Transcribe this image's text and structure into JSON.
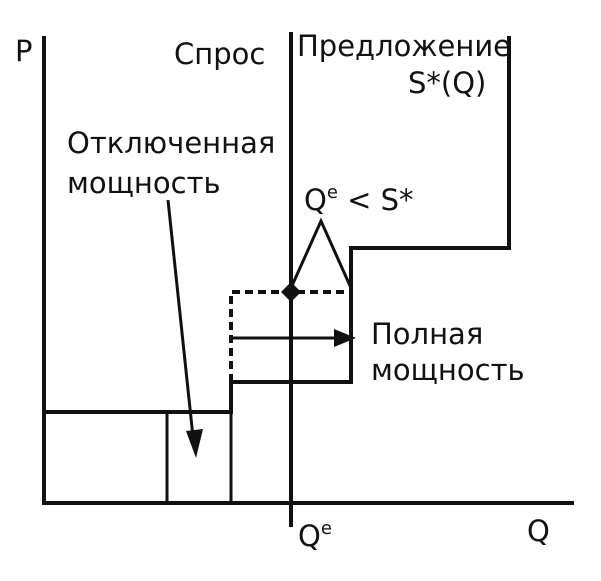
{
  "labels": {
    "price_axis": "P",
    "quantity_axis": "Q",
    "demand": "Спрос",
    "supply_line1": "Предложение",
    "supply_line2": "S*(Q)",
    "disabled_capacity_line1": "Отключенная",
    "disabled_capacity_line2": "мощность",
    "full_capacity_line1": "Полная",
    "full_capacity_line2": "мощность",
    "equilibrium_q": "Q",
    "equilibrium_sup": "e",
    "inequality_q": "Q",
    "inequality_sup": "e",
    "inequality_rest": " < S*"
  },
  "colors": {
    "ink": "#111111",
    "background": "#ffffff"
  }
}
